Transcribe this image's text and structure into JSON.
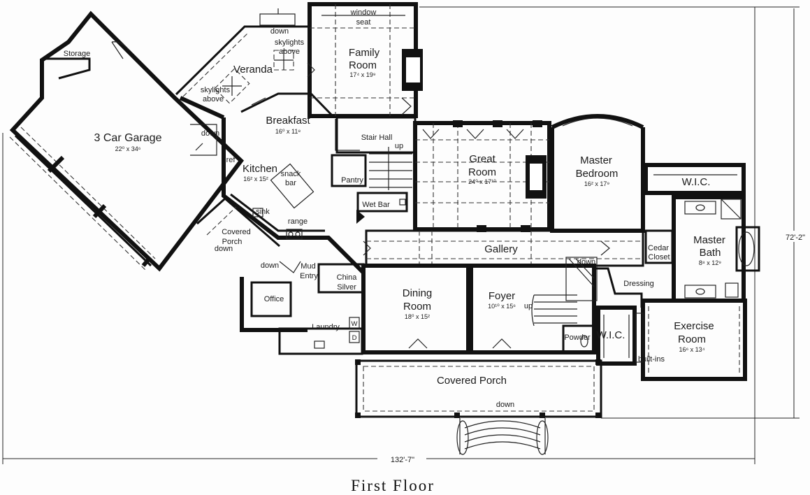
{
  "title": "First Floor",
  "dimensions": {
    "width": "132'-7\"",
    "depth": "72'-2\""
  },
  "rooms": {
    "garage": {
      "name": "3 Car Garage",
      "size": "22⁰ x 34⁶"
    },
    "storage": {
      "name": "Storage"
    },
    "veranda": {
      "name": "Veranda"
    },
    "skylights_a": {
      "line1": "skylights",
      "line2": "above"
    },
    "skylights_b": {
      "line1": "skylights",
      "line2": "above"
    },
    "family": {
      "line1": "Family",
      "line2": "Room",
      "size": "17⁴ x 19⁹"
    },
    "window_seat": {
      "line1": "window",
      "line2": "seat"
    },
    "breakfast": {
      "name": "Breakfast",
      "size": "16⁰ x 11⁸"
    },
    "kitchen": {
      "name": "Kitchen",
      "size": "16² x 15²"
    },
    "snack_bar": {
      "line1": "snack",
      "line2": "bar"
    },
    "stair_hall": {
      "name": "Stair Hall"
    },
    "pantry": {
      "name": "Pantry"
    },
    "wet_bar": {
      "name": "Wet Bar"
    },
    "great": {
      "line1": "Great",
      "line2": "Room",
      "size": "24⁰ x 17¹⁰"
    },
    "master_bed": {
      "line1": "Master",
      "line2": "Bedroom",
      "size": "16² x 17⁹"
    },
    "wic_top": {
      "name": "W.I.C."
    },
    "master_bath": {
      "line1": "Master",
      "line2": "Bath",
      "size": "8⁸ x 12⁹"
    },
    "cedar": {
      "line1": "Cedar",
      "line2": "Closet"
    },
    "gallery": {
      "name": "Gallery"
    },
    "dressing": {
      "name": "Dressing"
    },
    "exercise": {
      "line1": "Exercise",
      "line2": "Room",
      "size": "16⁶ x 13⁴"
    },
    "built_ins": {
      "name": "built-ins"
    },
    "wic_bottom": {
      "name": "W.I.C."
    },
    "powder": {
      "name": "Powder"
    },
    "dining": {
      "line1": "Dining",
      "line2": "Room",
      "size": "18⁰ x 15²"
    },
    "foyer": {
      "name": "Foyer",
      "size": "10¹⁰ x 15⁶"
    },
    "covered_porch_front": {
      "name": "Covered Porch"
    },
    "covered_porch_side": {
      "line1": "Covered",
      "line2": "Porch"
    },
    "mud_entry": {
      "line1": "Mud",
      "line2": "Entry"
    },
    "china": {
      "line1": "China",
      "line2": "Silver"
    },
    "office": {
      "name": "Office"
    },
    "laundry": {
      "name": "Laundry"
    }
  },
  "annotations": {
    "down": "down",
    "up": "up",
    "ref": "ref",
    "sink": "sink",
    "range": "range",
    "w": "W",
    "d": "D"
  }
}
